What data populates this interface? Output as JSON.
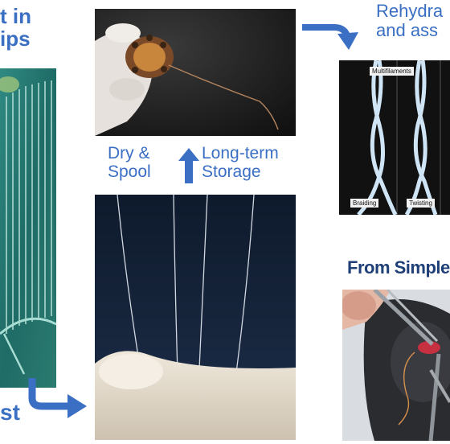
{
  "labels": {
    "top_left": "t in\nips",
    "bottom_left": "st",
    "dry_spool": "Dry &\nSpool",
    "storage": "Long-term\nStorage",
    "top_right": "Rehydra\nand ass",
    "right_mid": "From Simple"
  },
  "micrograph": {
    "top_tag": "Multifilaments",
    "bottom_tags": [
      "Braiding",
      "Twisting"
    ]
  },
  "colors": {
    "accent": "#3a6fc4",
    "dark_text": "#1f3f78"
  },
  "icons": [
    "curved-arrow-right-icon",
    "up-arrow-icon",
    "curved-arrow-down-icon"
  ]
}
